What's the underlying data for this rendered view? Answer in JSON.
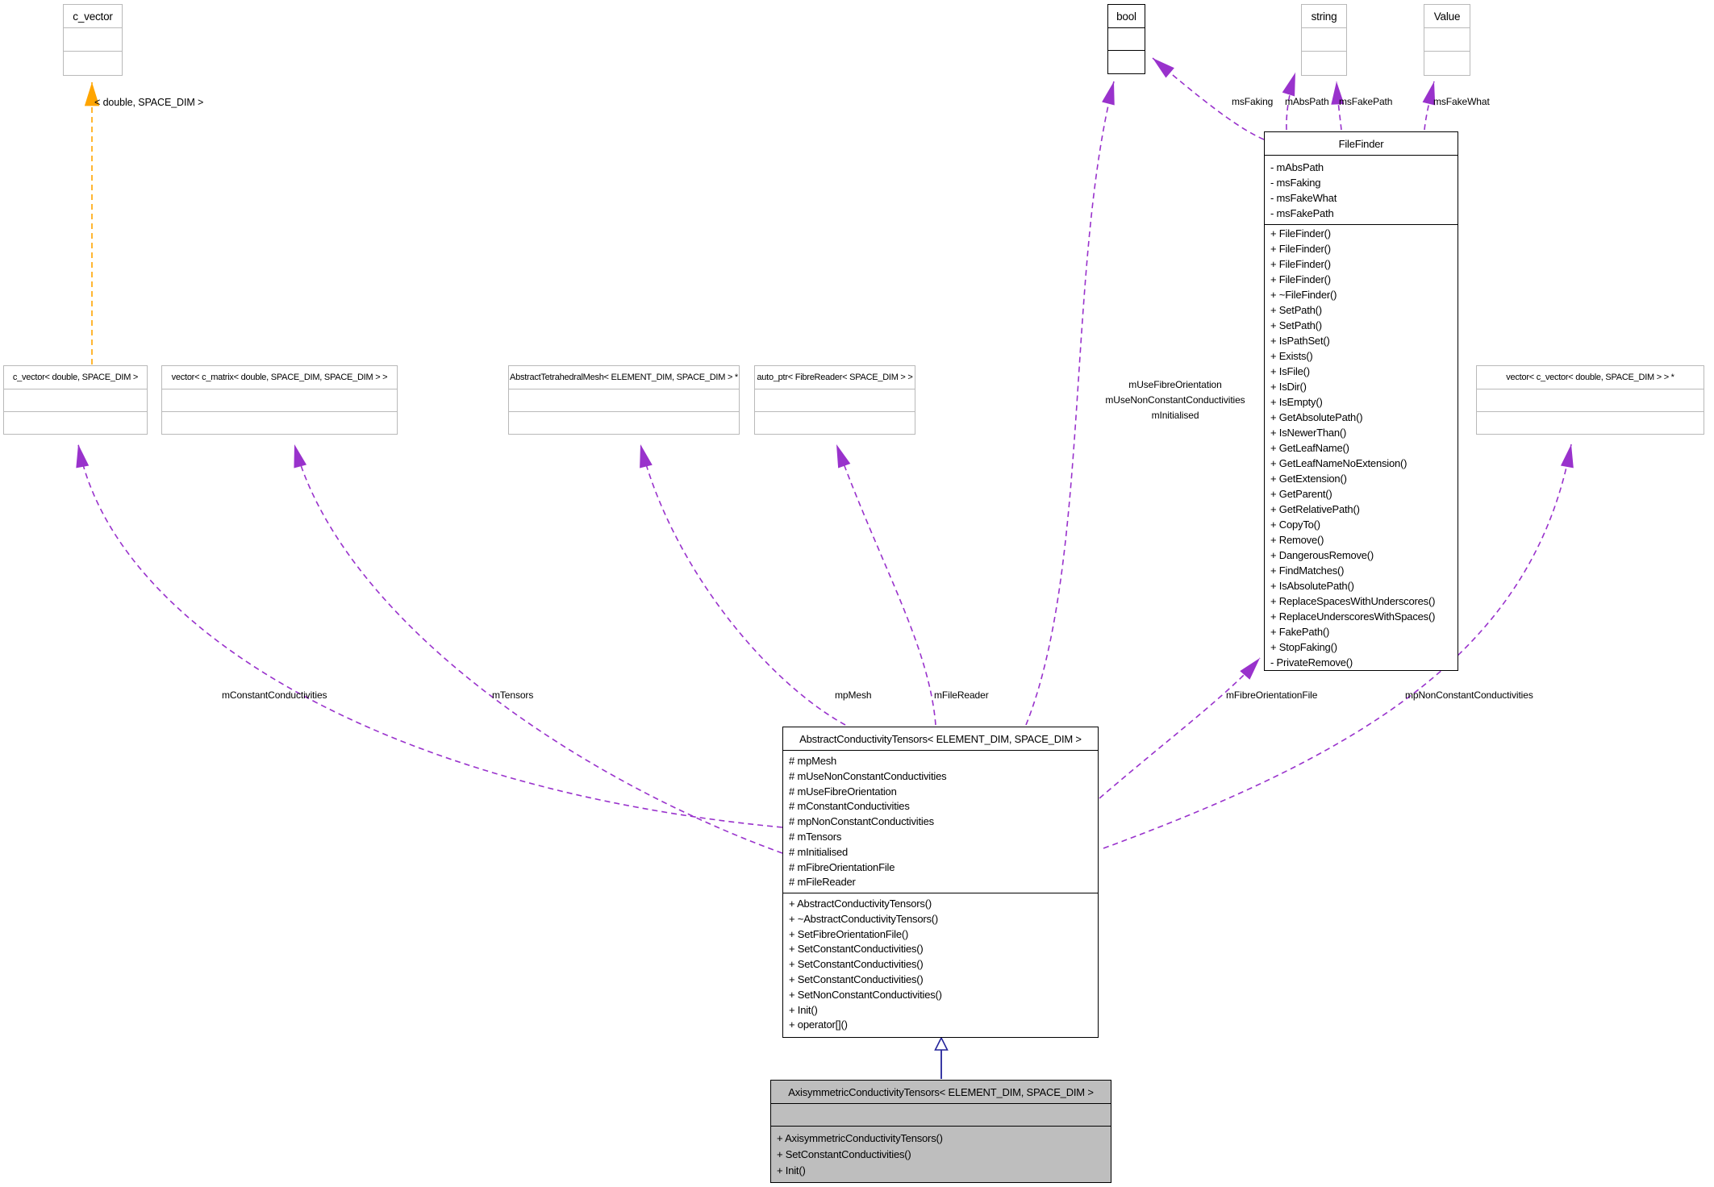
{
  "colors": {
    "association_edge": "#9932CC",
    "template_edge": "#FFA500",
    "inheritance_edge": "#24249A",
    "highlight_fill": "#BEBEBE",
    "plain_border": "#B9B9B9",
    "strong_border": "#000000"
  },
  "classes": {
    "c_vector_template": {
      "name": "c_vector"
    },
    "bool_type": {
      "name": "bool"
    },
    "string_type": {
      "name": "string"
    },
    "value_type": {
      "name": "Value"
    },
    "file_finder": {
      "name": "FileFinder",
      "attributes": [
        "- mAbsPath",
        "- msFaking",
        "- msFakeWhat",
        "- msFakePath"
      ],
      "methods": [
        "+ FileFinder()",
        "+ FileFinder()",
        "+ FileFinder()",
        "+ FileFinder()",
        "+ ~FileFinder()",
        "+ SetPath()",
        "+ SetPath()",
        "+ IsPathSet()",
        "+ Exists()",
        "+ IsFile()",
        "+ IsDir()",
        "+ IsEmpty()",
        "+ GetAbsolutePath()",
        "+ IsNewerThan()",
        "+ GetLeafName()",
        "+ GetLeafNameNoExtension()",
        "+ GetExtension()",
        "+ GetParent()",
        "+ GetRelativePath()",
        "+ CopyTo()",
        "+ Remove()",
        "+ DangerousRemove()",
        "+ FindMatches()",
        "+ IsAbsolutePath()",
        "+ ReplaceSpacesWithUnderscores()",
        "+ ReplaceUnderscoresWithSpaces()",
        "+ FakePath()",
        "+ StopFaking()",
        "- PrivateRemove()"
      ]
    },
    "c_vector_double": {
      "name": "c_vector< double, SPACE_DIM >"
    },
    "vector_c_matrix": {
      "name": "vector< c_matrix< double, SPACE_DIM, SPACE_DIM > >"
    },
    "abstract_tetrahedral_mesh": {
      "name": "AbstractTetrahedralMesh< ELEMENT_DIM, SPACE_DIM > *"
    },
    "auto_ptr_fibre_reader": {
      "name": "auto_ptr< FibreReader< SPACE_DIM > >"
    },
    "vector_c_vector": {
      "name": "vector< c_vector< double, SPACE_DIM > > *"
    },
    "abstract_conductivity_tensors": {
      "name": "AbstractConductivityTensors< ELEMENT_DIM, SPACE_DIM >",
      "attributes": [
        "# mpMesh",
        "# mUseNonConstantConductivities",
        "# mUseFibreOrientation",
        "# mConstantConductivities",
        "# mpNonConstantConductivities",
        "# mTensors",
        "# mInitialised",
        "# mFibreOrientationFile",
        "# mFileReader"
      ],
      "methods": [
        "+ AbstractConductivityTensors()",
        "+ ~AbstractConductivityTensors()",
        "+ SetFibreOrientationFile()",
        "+ SetConstantConductivities()",
        "+ SetConstantConductivities()",
        "+ SetConstantConductivities()",
        "+ SetNonConstantConductivities()",
        "+ Init()",
        "+ operator[]()"
      ]
    },
    "axisymmetric_conductivity_tensors": {
      "name": "AxisymmetricConductivityTensors< ELEMENT_DIM, SPACE_DIM >",
      "methods": [
        "+ AxisymmetricConductivityTensors()",
        "+ SetConstantConductivities()",
        "+ Init()"
      ]
    }
  },
  "edge_labels": {
    "template_args": "< double, SPACE_DIM >",
    "ms_faking": "msFaking",
    "m_abs_path": "mAbsPath",
    "ms_fake_path": "msFakePath",
    "ms_fake_what": "msFakeWhat",
    "m_use_fibre_orientation": "mUseFibreOrientation",
    "m_use_non_constant_conductivities": "mUseNonConstantConductivities",
    "m_initialised": "mInitialised",
    "m_constant_conductivities": "mConstantConductivities",
    "m_tensors": "mTensors",
    "mp_mesh": "mpMesh",
    "m_file_reader": "mFileReader",
    "m_fibre_orientation_file": "mFibreOrientationFile",
    "mp_non_constant_conductivities": "mpNonConstantConductivities"
  }
}
